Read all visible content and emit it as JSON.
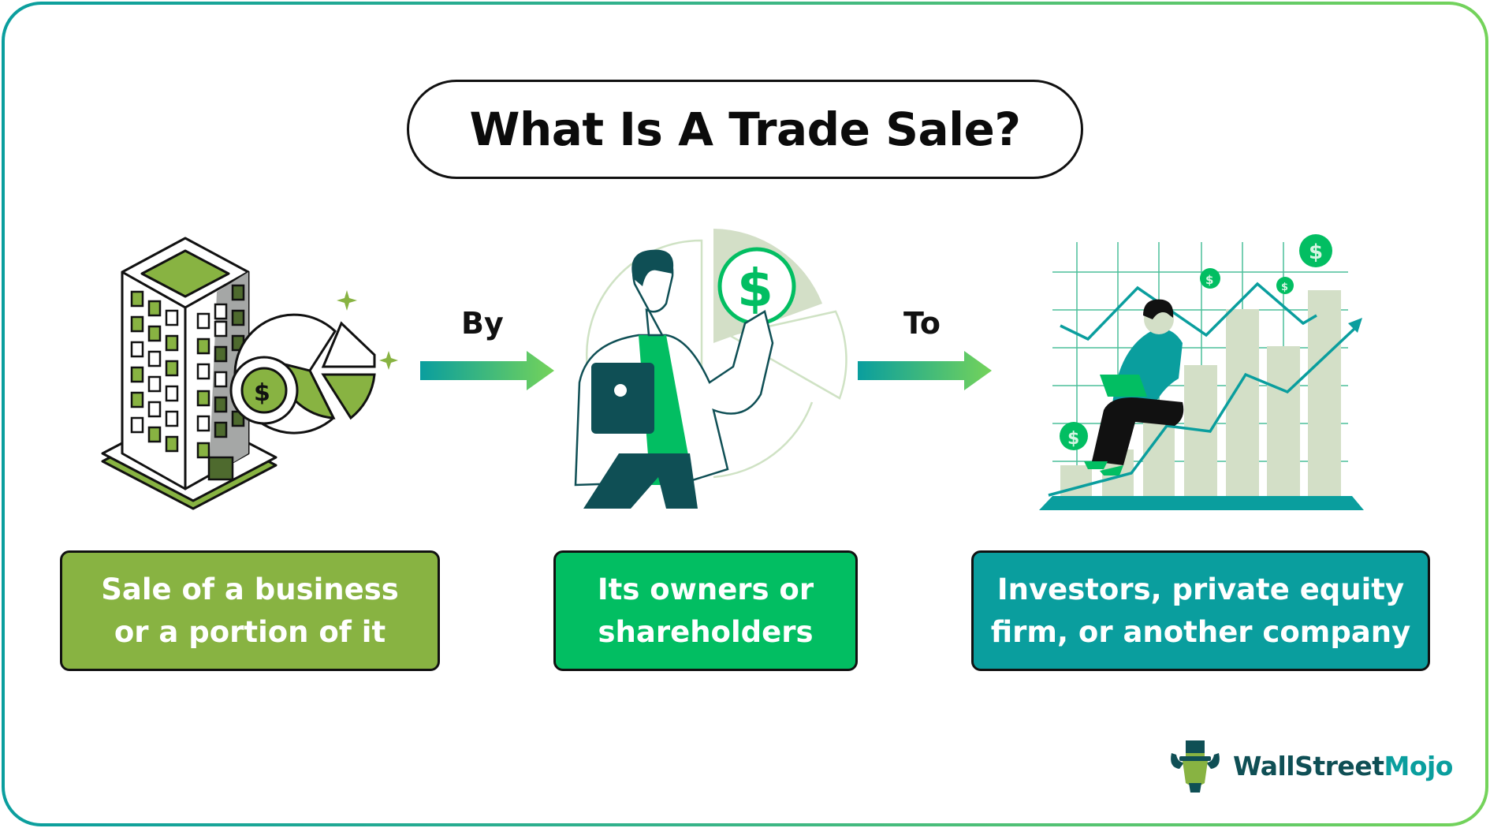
{
  "title": "What Is A Trade Sale?",
  "steps": [
    {
      "label": "Sale of a business\nor a portion of it",
      "color": "#88b342",
      "illustration": "office-building-with-pie-chart"
    },
    {
      "label": "Its owners or\nshareholders",
      "color": "#02be62",
      "illustration": "person-holding-dollar-coin"
    },
    {
      "label": "Investors, private equity\nfirm, or another company",
      "color": "#0a9e9e",
      "illustration": "person-on-growth-bar-chart"
    }
  ],
  "connectors": [
    {
      "label": "By",
      "icon": "arrow-right-icon"
    },
    {
      "label": "To",
      "icon": "arrow-right-icon"
    }
  ],
  "brand": {
    "name_part1": "WallStreet",
    "name_part2": "Mojo",
    "icon": "bull-with-top-hat-logo"
  },
  "colors": {
    "olive_green": "#88b342",
    "bright_green": "#02be62",
    "teal": "#0a9e9e",
    "dark_teal": "#0f4f55",
    "sage": "#d3dfc7",
    "border_start": "#0a9e9e",
    "border_end": "#74d35a"
  }
}
